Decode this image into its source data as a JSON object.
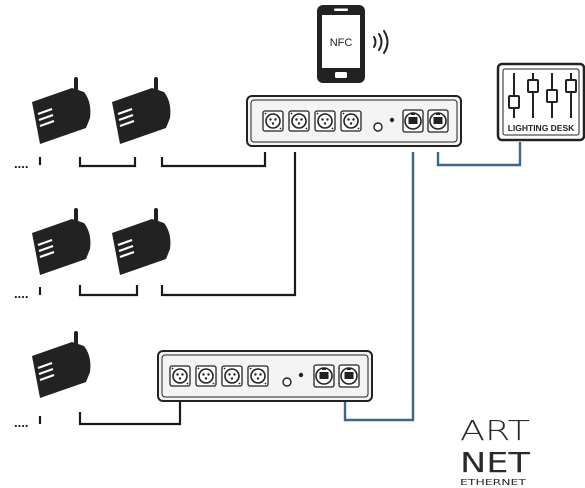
{
  "phone": {
    "screen_text": "NFC"
  },
  "desk": {
    "label": "LIGHTING DESK"
  },
  "logo": {
    "line1": "ART",
    "line2": "NET",
    "sub": "ETHERNET"
  },
  "colors": {
    "dmx_cable": "#1a1a1a",
    "ethernet_cable": "#3d6690",
    "device": "#222222"
  },
  "nodes": [
    {
      "id": "node-top",
      "xlr_ports": 4,
      "ethercon_ports": 2
    },
    {
      "id": "node-bottom",
      "xlr_ports": 4,
      "ethercon_ports": 2
    }
  ],
  "fixtures": [
    {
      "row": 1,
      "count": 2
    },
    {
      "row": 2,
      "count": 2
    },
    {
      "row": 3,
      "count": 1
    }
  ],
  "chain_continuation": "...."
}
